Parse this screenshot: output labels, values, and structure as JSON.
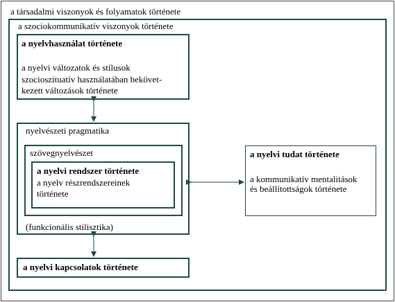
{
  "outer_title": "a társadalmi viszonyok és folyamatok története",
  "socio_title": "a szociokommunikatív viszonyok története",
  "usage": {
    "title": "a nyelvhasználat története",
    "lines": [
      "a nyelvi változatok és stílusok",
      "szocioszituatív használatában bekövet-",
      "kezett változások története"
    ]
  },
  "pragmatics": {
    "title": "nyelvészeti pragmatika",
    "footer": "(funkcionális stilisztika)"
  },
  "textling": {
    "title": "szövegnyelvészet"
  },
  "system": {
    "title": "a nyelvi rendszer története",
    "lines": [
      "a nyelv  részrendszereinek",
      "története"
    ]
  },
  "awareness": {
    "title": "a nyelvi tudat története",
    "lines": [
      "a kommunikatív mentalitások",
      "és  beállítottságok története"
    ]
  },
  "contacts": {
    "title": "a nyelvi kapcsolatok története"
  },
  "colors": {
    "border": "#1f4a45",
    "arrow": "#1f4a45",
    "background": "#ffffff"
  }
}
